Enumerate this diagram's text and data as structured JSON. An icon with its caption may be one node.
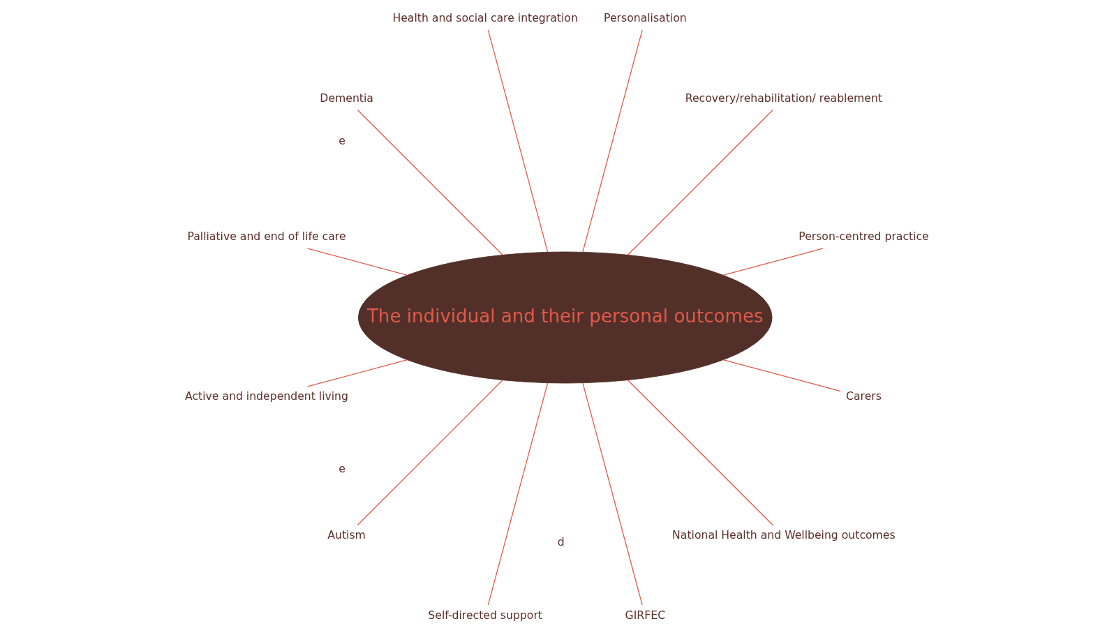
{
  "diagram": {
    "nodes": [
      {
        "text": [
          "The individual and their personal outcomes"
        ]
      },
      {
        "text": [
          "Person-centred practice"
        ]
      },
      {
        "text": [
          "Recovery/rehabilitation/ reablement"
        ]
      },
      {
        "text": [
          "Personalisation"
        ]
      },
      {
        "text": [
          "Health and social care integration"
        ]
      },
      {
        "text": [
          "Dementia"
        ]
      },
      {
        "text": [
          "Palliative and end of life care"
        ]
      },
      {
        "text": [
          "Active and independent living"
        ]
      },
      {
        "text": [
          "Autism"
        ]
      },
      {
        "text": [
          "Self-directed support"
        ]
      },
      {
        "text": [
          "GIRFEC"
        ]
      },
      {
        "text": [
          "National Health and Wellbeing outcomes"
        ]
      },
      {
        "text": [
          "Carers"
        ]
      }
    ],
    "edges": [
      {
        "from": 0,
        "to": 1,
        "arrow": "none"
      },
      {
        "from": 0,
        "to": 2,
        "arrow": "none"
      },
      {
        "from": 0,
        "to": 3,
        "arrow": "none"
      },
      {
        "from": 0,
        "to": 4,
        "arrow": "none"
      },
      {
        "from": 0,
        "to": 5,
        "arrow": "none"
      },
      {
        "from": 0,
        "to": 6,
        "arrow": "none"
      },
      {
        "from": 0,
        "to": 7,
        "arrow": "none"
      },
      {
        "from": 0,
        "to": 8,
        "arrow": "none"
      },
      {
        "from": 0,
        "to": 9,
        "arrow": "none"
      },
      {
        "from": 0,
        "to": 10,
        "arrow": "none"
      },
      {
        "from": 0,
        "to": 11,
        "arrow": "none"
      },
      {
        "from": 0,
        "to": 12,
        "arrow": "none"
      }
    ],
    "labels": [
      "e",
      "e",
      "d"
    ]
  }
}
